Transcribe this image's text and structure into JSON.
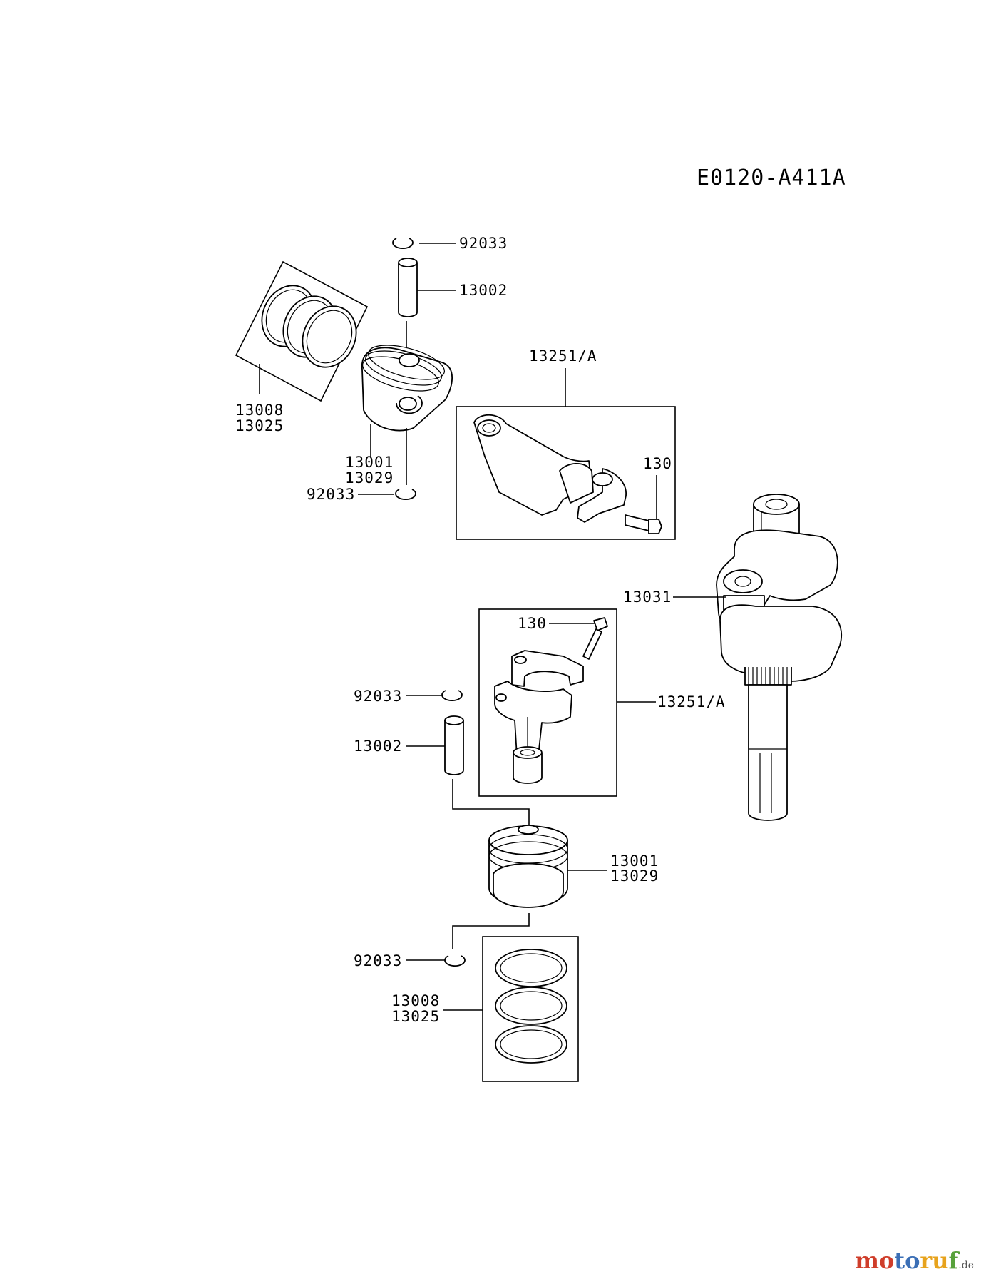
{
  "diagram_code": "E0120-A411A",
  "labels": {
    "top_snap_ring": "92033",
    "top_pin": "13002",
    "top_rod_assy": "13251/A",
    "top_rings_a": "13008",
    "top_rings_b": "13025",
    "top_piston_a": "13001",
    "top_piston_b": "13029",
    "top_bolt": "130",
    "top_snap_ring_lower": "92033",
    "crankshaft": "13031",
    "bot_bolt": "130",
    "bot_rod_assy": "13251/A",
    "bot_snap_ring": "92033",
    "bot_pin": "13002",
    "bot_piston_a": "13001",
    "bot_piston_b": "13029",
    "bot_snap_ring_lower": "92033",
    "bot_rings_a": "13008",
    "bot_rings_b": "13025"
  },
  "watermark": "motoruf.de"
}
